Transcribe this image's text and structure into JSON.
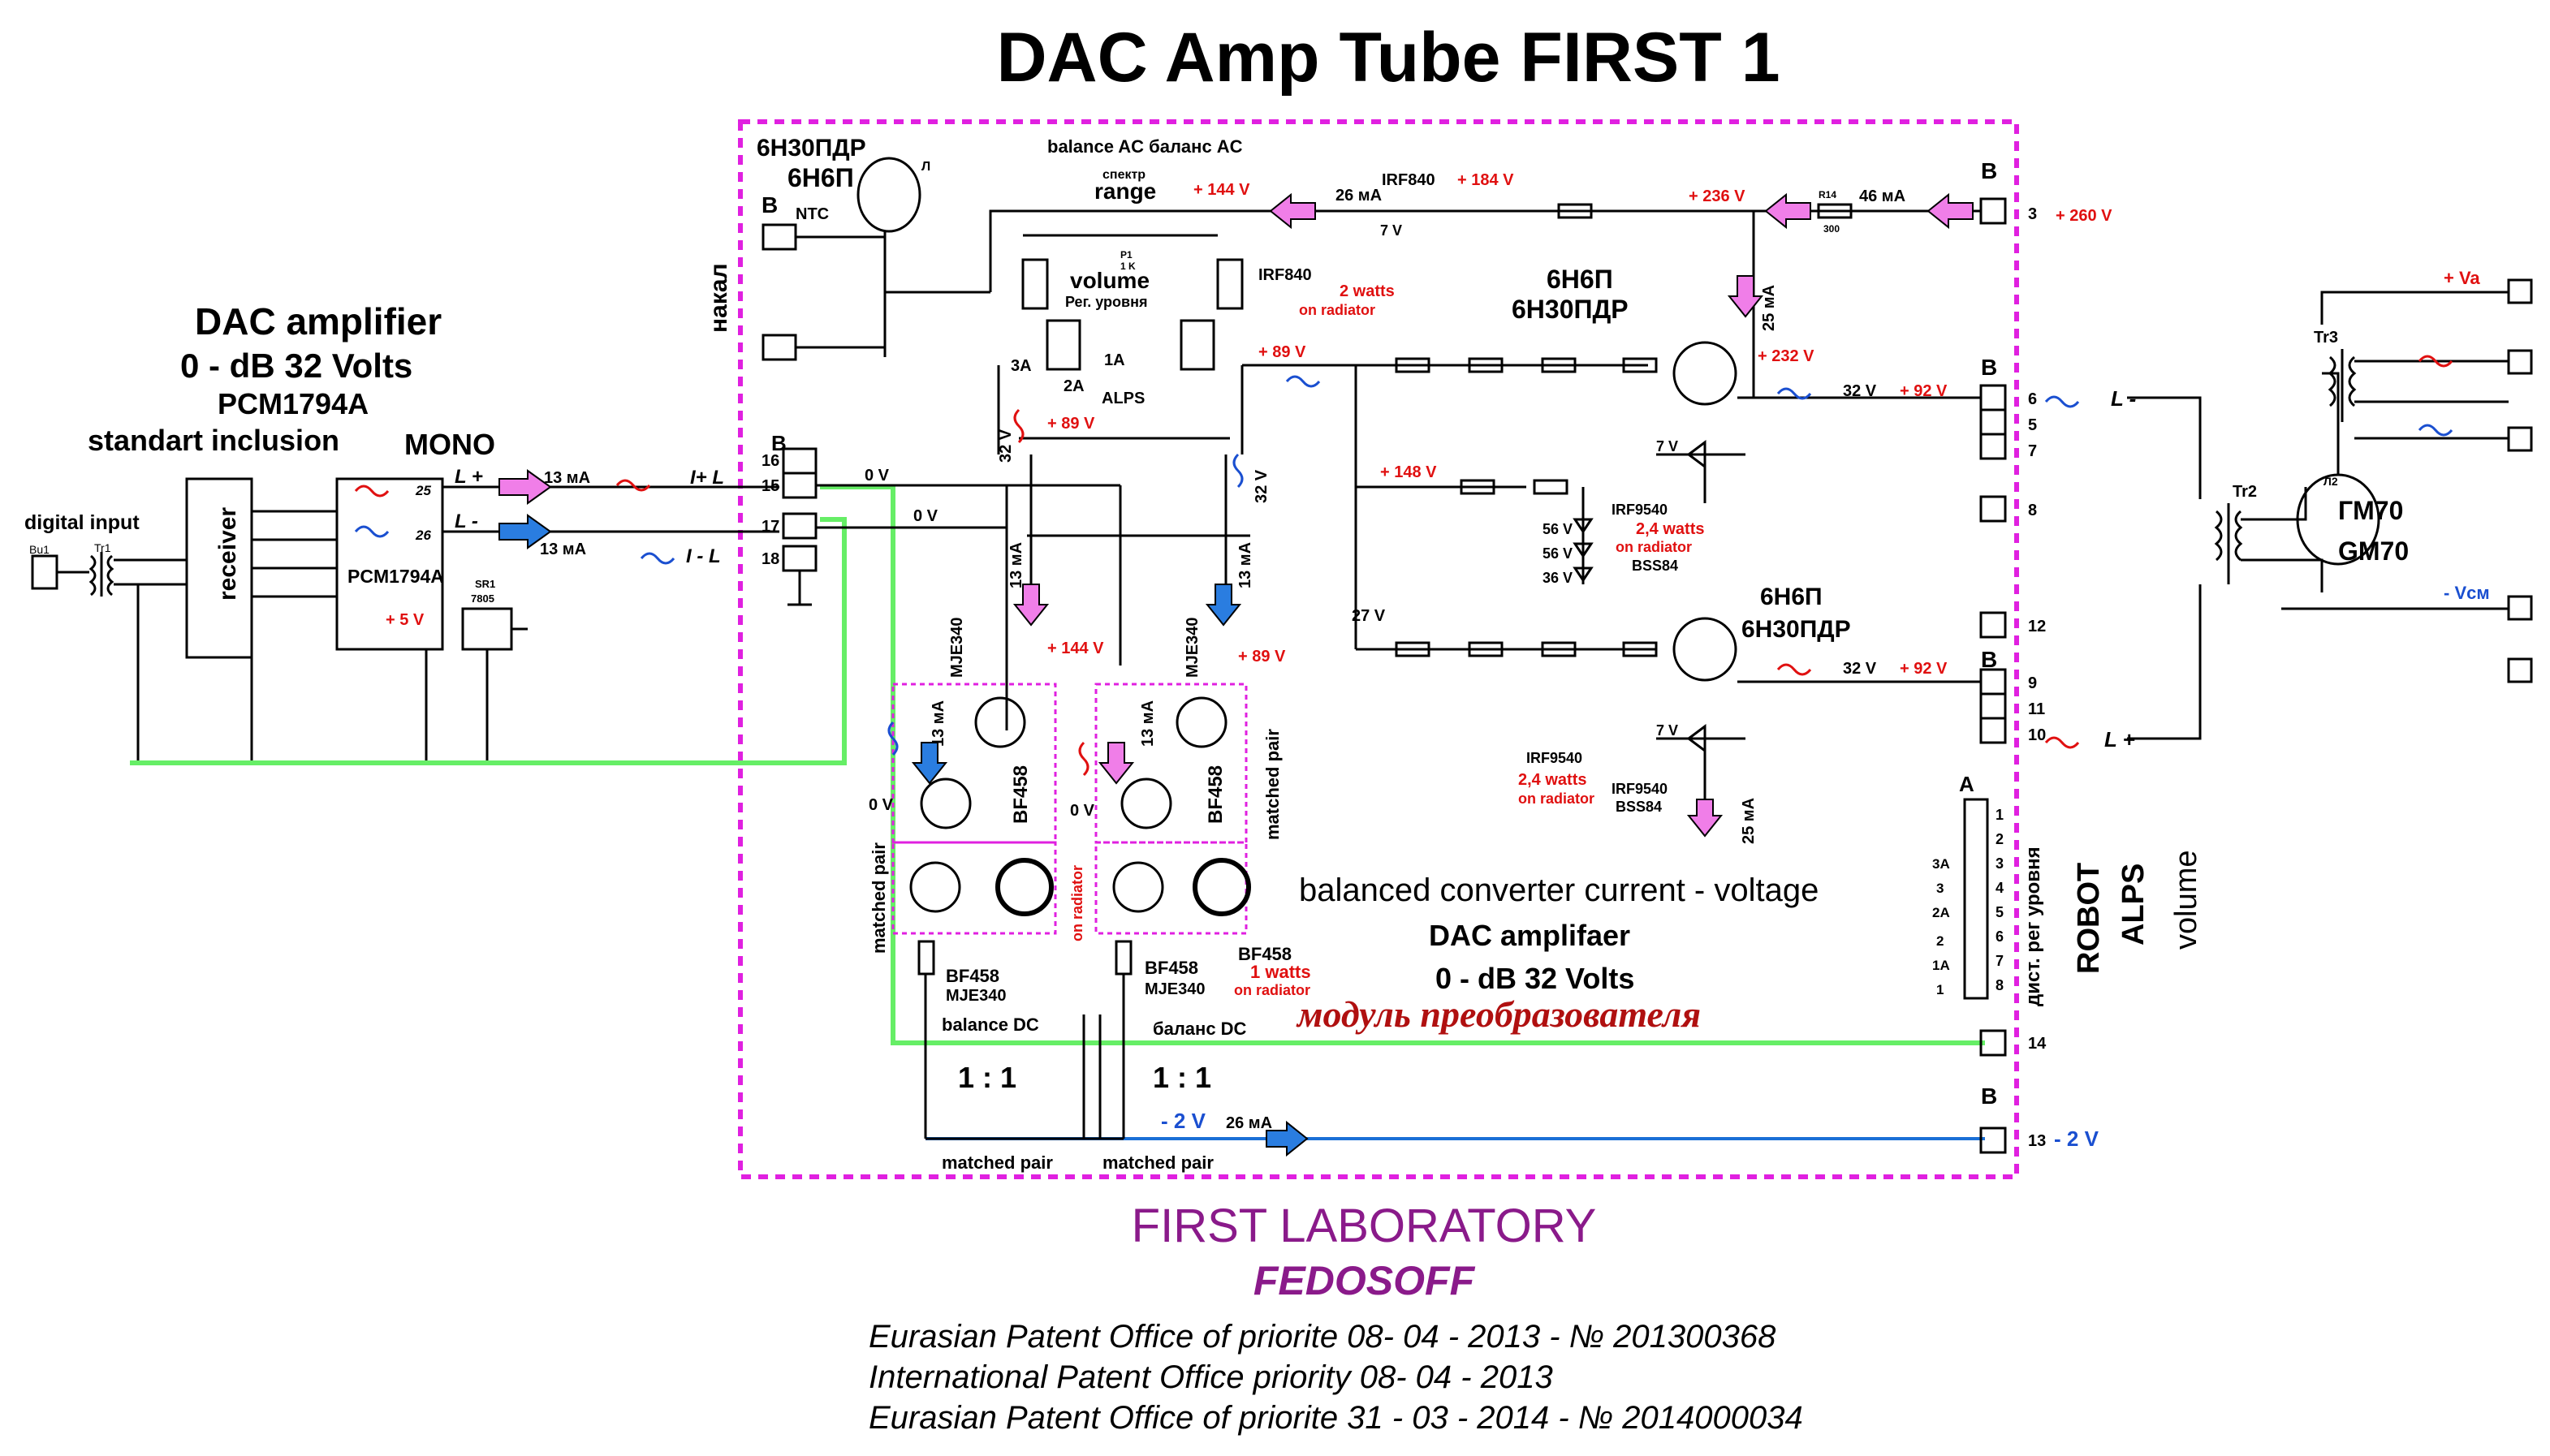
{
  "title": "DAC  Amp Tube FIRST 1",
  "colors": {
    "wire": "#000000",
    "border": "#e020e0",
    "ground_bus": "#66ee66",
    "neg_bus": "#1a6fd6",
    "label_red": "#e01010",
    "label_blue": "#1a4fd0",
    "arrow_pink": "#f07ee8",
    "arrow_blue": "#2a7de0",
    "lab_purple": "#8a1a8a",
    "module_red": "#b01010"
  },
  "left": {
    "digital_input": "digital input",
    "bu1": "Bu1",
    "tr1": "Tr1",
    "receiver": "receiver",
    "pcm_chip": "PCM1794A",
    "pin25": "25",
    "pin26": "26",
    "plus5": "+ 5 V",
    "sr1": "SR1",
    "reg7805": "7805",
    "dac_amp": "DAC amplifier",
    "dac_range": "0 - dB 32 Volts",
    "pcm_title": "PCM1794A",
    "standart": "standart inclusion",
    "mono": "MONO",
    "l_plus": "L +",
    "l_minus": "L -",
    "ma13": "13 мА",
    "i_plus_l": "I+ L",
    "i_minus_l": "I - L"
  },
  "module": {
    "tube_top": "6Н30ПДР",
    "tube_top2": "6Н6П",
    "l_mark": "Л",
    "b_label": "B",
    "ntc": "NTC",
    "nakal": "накал",
    "balance_ac": "balance AC баланс AC",
    "spektr": "спектр",
    "range": "range",
    "volume": "volume",
    "reg_urovnya": "Рег. уровня",
    "alps": "ALPS",
    "p1": "P1",
    "p1v": "1 K",
    "irf840a": "IRF840",
    "irf840b": "IRF840",
    "plus144": "+ 144 V",
    "plus184": "+ 184 V",
    "plus236": "+ 236 V",
    "plus260": "+ 260 V",
    "ma26": "26 мА",
    "v7": "7 V",
    "two_watts": "2 watts",
    "on_radiator": "on radiator",
    "r14": "R14",
    "r14v": "300",
    "ma46": "46 мА",
    "tube_mid": "6Н6П",
    "tube_mid2": "6Н30ПДР",
    "ma25": "25 мА",
    "plus232": "+ 232 V",
    "plus89": "+ 89 V",
    "v32": "32 V",
    "plus92": "+ 92 V",
    "plus148": "+ 148 V",
    "v56a": "56 V",
    "v56b": "56 V",
    "v36": "36 V",
    "irf9540": "IRF9540",
    "w24": "2,4 watts",
    "bss84": "BSS84",
    "v27": "27 V",
    "tube_bot": "6Н6П",
    "tube_bot2": "6Н30ПДР",
    "irf9540b": "IRF9540",
    "irf9540c": "IRF9540",
    "w24b": "2,4 watts",
    "bss84b": "BSS84",
    "ma25b": "25 мА",
    "zero_v": "0 V",
    "ma13": "13 мА",
    "mje340": "MJE340",
    "bf458": "BF458",
    "matched_pair": "matched pair",
    "bf458_2": "BF458",
    "mje340_2": "MJE340",
    "bf458_3": "BF458",
    "mje340_3": "MJE340",
    "bf458_4": "BF458",
    "one_watt": "1 watts",
    "balance_dc": "balance DC",
    "balans_dc": "баланс DC",
    "ratio": "1 : 1",
    "minus2": "- 2 V",
    "ma26b": "26 мА",
    "conv1": "balanced converter current - voltage",
    "conv2": "DAC amplifaer",
    "conv3": "0 - dB 32 Volts",
    "modul": "модуль преобразователя",
    "t_pins": [
      "16",
      "15",
      "17",
      "18"
    ],
    "range_pins": [
      "3A",
      "2A",
      "1A"
    ]
  },
  "right": {
    "pins_a": [
      "1",
      "2",
      "3",
      "4",
      "5",
      "6",
      "7",
      "8"
    ],
    "pins_a_labels": [
      "3A",
      "3",
      "2A",
      "2",
      "1A",
      "1"
    ],
    "dist_reg": "дист. рег уровня",
    "robot": "ROBOT",
    "alps": "ALPS",
    "volume": "volume",
    "a_label": "A",
    "pin3": "3",
    "pin6": "6",
    "pin5": "5",
    "pin7": "7",
    "pin8": "8",
    "pin12": "12",
    "pin9": "9",
    "pin11": "11",
    "pin10": "10",
    "pin14": "14",
    "pin13": "13",
    "l_minus": "L -",
    "l_plus": "L +",
    "va": "+ Va",
    "vcm": "- Vсм",
    "tr2": "Tr2",
    "tr3": "Tr3",
    "gm70": "ГМ70",
    "gm70b": "GM70",
    "l2": "Л2",
    "minus2v": "- 2 V"
  },
  "footer": {
    "lab": "FIRST LABORATORY",
    "author": "FEDOSOFF",
    "patent1": "Eurasian Patent Office of priorite 08- 04 - 2013 - № 201300368",
    "patent2": "International Patent Office  priority 08- 04 - 2013",
    "patent3": "Eurasian Patent Office of priorite 31 - 03 - 2014 - № 2014000034"
  }
}
